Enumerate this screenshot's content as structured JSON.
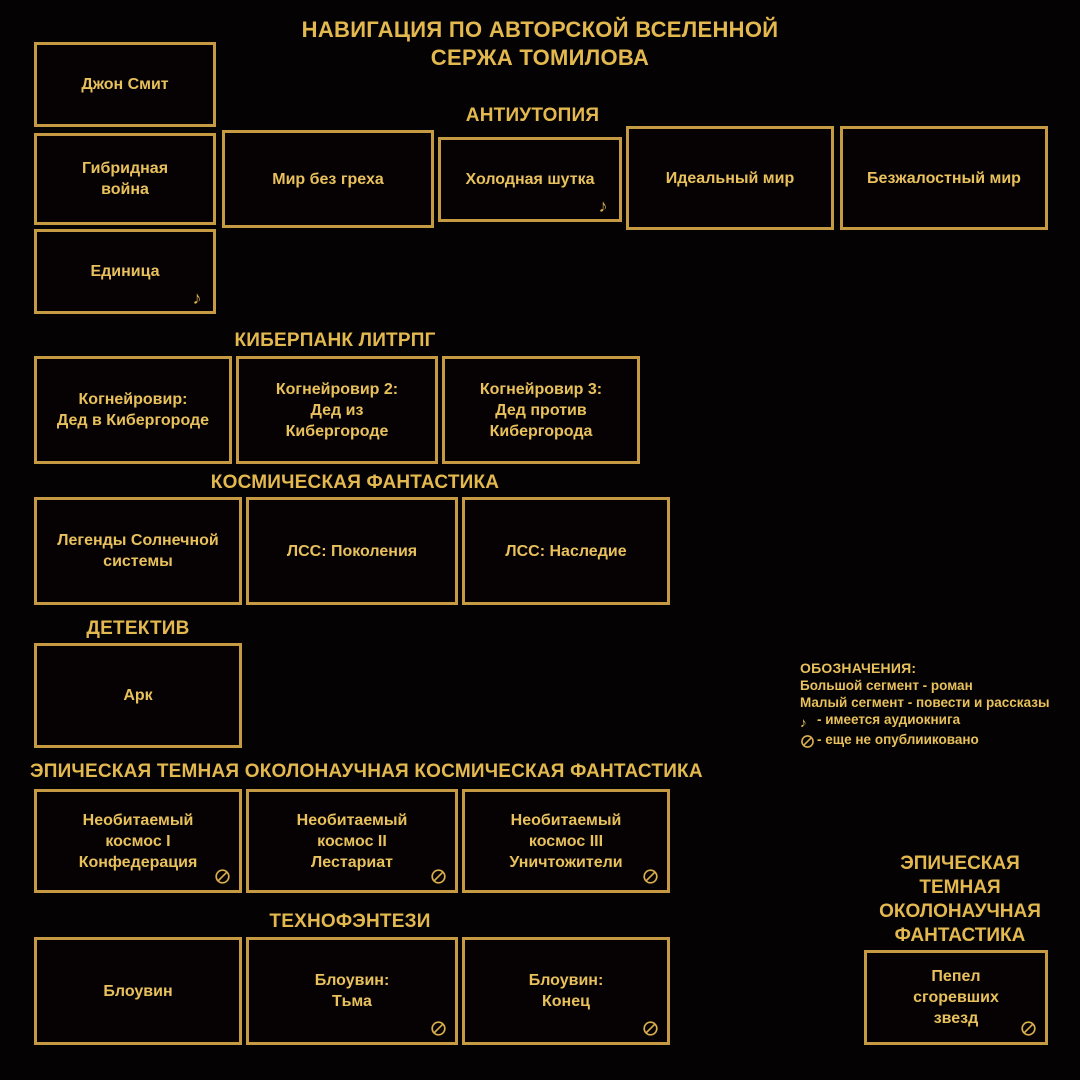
{
  "title": {
    "line1": "НАВИГАЦИЯ ПО АВТОРСКОЙ ВСЕЛЕННОЙ",
    "line2": "СЕРЖА ТОМИЛОВА"
  },
  "sections": {
    "dystopia": "АНТИУТОПИЯ",
    "cyberpunk": "КИБЕРПАНК ЛИТРПГ",
    "space": "КОСМИЧЕСКАЯ ФАНТАСТИКА",
    "detective": "ДЕТЕКТИВ",
    "epic_dark": "ЭПИЧЕСКАЯ ТЕМНАЯ ОКОЛОНАУЧНАЯ КОСМИЧЕСКАЯ ФАНТАСТИКА",
    "technofantasy": "ТЕХНОФЭНТЕЗИ",
    "epic_right_l1": "ЭПИЧЕСКАЯ",
    "epic_right_l2": "ТЕМНАЯ",
    "epic_right_l3": "ОКОЛОНАУЧНАЯ",
    "epic_right_l4": "ФАНТАСТИКА"
  },
  "books": {
    "john_smith": {
      "l1": "Джон Смит"
    },
    "hybrid_war": {
      "l1": "Гибридная",
      "l2": "война"
    },
    "unit": {
      "l1": "Единица"
    },
    "world_no_sin": {
      "l1": "Мир без греха"
    },
    "cold_joke": {
      "l1": "Холодная шутка"
    },
    "ideal_world": {
      "l1": "Идеальный мир"
    },
    "merciless_world": {
      "l1": "Безжалостный мир"
    },
    "cogneurovir1": {
      "l1": "Когнейровир:",
      "l2": "Дед в Кибергороде"
    },
    "cogneurovir2": {
      "l1": "Когнейровир 2:",
      "l2": "Дед из",
      "l3": "Кибергороде"
    },
    "cogneurovir3": {
      "l1": "Когнейровир 3:",
      "l2": "Дед против",
      "l3": "Кибергорода"
    },
    "legends_solar": {
      "l1": "Легенды Солнечной",
      "l2": "системы"
    },
    "lss_generations": {
      "l1": "ЛСС: Поколения"
    },
    "lss_legacy": {
      "l1": "ЛСС: Наследие"
    },
    "ark": {
      "l1": "Арк"
    },
    "uninhabited1": {
      "l1": "Необитаемый",
      "l2": "космос I",
      "l3": "Конфедерация"
    },
    "uninhabited2": {
      "l1": "Необитаемый",
      "l2": "космос II",
      "l3": "Лестариат"
    },
    "uninhabited3": {
      "l1": "Необитаемый",
      "l2": "космос III",
      "l3": "Уничтожители"
    },
    "blouvin": {
      "l1": "Блоувин"
    },
    "blouvin_dark": {
      "l1": "Блоувин:",
      "l2": "Тьма"
    },
    "blouvin_end": {
      "l1": "Блоувин:",
      "l2": "Конец"
    },
    "ashes": {
      "l1": "Пепел",
      "l2": "сгоревших",
      "l3": "звезд"
    }
  },
  "legend": {
    "title": "ОБОЗНАЧЕНИЯ:",
    "row_big": "Большой сегмент - роман",
    "row_small": "Малый сегмент - повести и рассказы",
    "row_audio": "- имеется аудиокнига",
    "row_unpub": "- еще не опублииковано"
  },
  "colors": {
    "background": "#040202",
    "gold_border": "#C59A43",
    "gold_text": "#E8C15C",
    "caption": "#E3B94F"
  }
}
